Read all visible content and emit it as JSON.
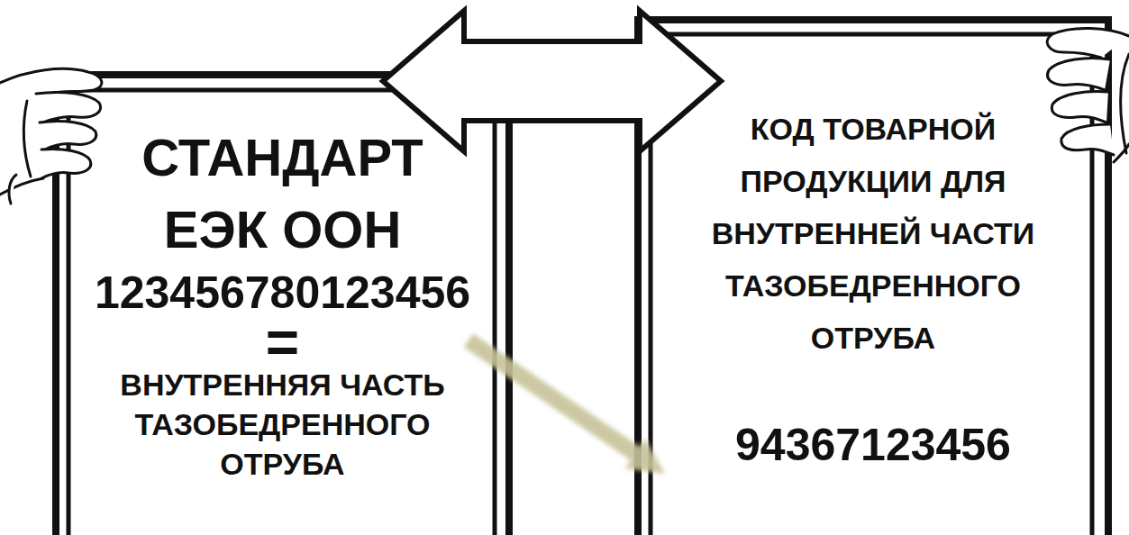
{
  "diagram": {
    "nodes": [
      {
        "text": [
          "СТАНДАРТ ЕЭК ООН",
          "123456780123456",
          "=",
          "ВНУТРЕННЯЯ ЧАСТЬ ТАЗОБЕДРЕННОГО ОТРУБА"
        ]
      },
      {
        "text": [
          "КОД ТОВАРНОЙ ПРОДУКЦИИ ДЛЯ ВНУТРЕННЕЙ ЧАСТИ ТАЗОБЕДРЕННОГО ОТРУБА",
          "94367123456"
        ]
      }
    ],
    "edges": [
      {
        "from": 0,
        "to": 1,
        "arrow": "both"
      },
      {
        "from": 0,
        "to": 1,
        "arrow": "to"
      }
    ]
  }
}
